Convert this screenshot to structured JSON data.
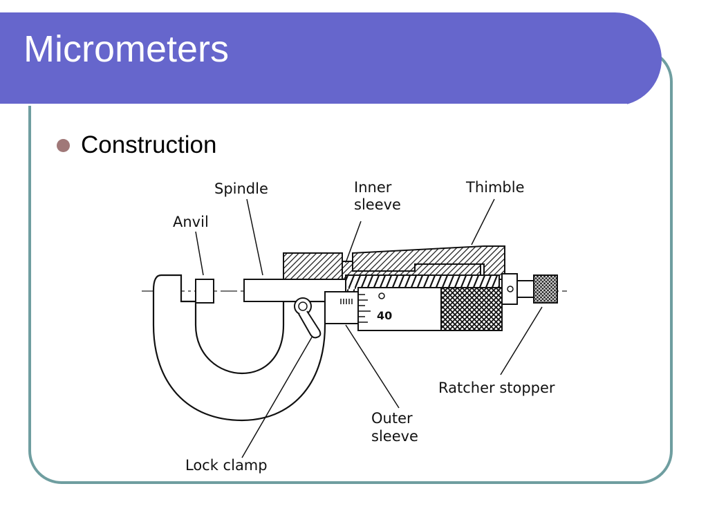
{
  "slide": {
    "title": "Micrometers",
    "bullet": "Construction",
    "colors": {
      "title_bar": "#6666cc",
      "frame_border": "#6f9ea0",
      "bullet": "#a07878"
    }
  },
  "diagram": {
    "labels": {
      "spindle": "Spindle",
      "anvil": "Anvil",
      "inner_sleeve_line1": "Inner",
      "inner_sleeve_line2": "sleeve",
      "thimble": "Thimble",
      "ratchet_stopper": "Ratcher stopper",
      "outer_sleeve_line1": "Outer",
      "outer_sleeve_line2": "sleeve",
      "lock_clamp": "Lock clamp",
      "scale_value": "40"
    }
  }
}
